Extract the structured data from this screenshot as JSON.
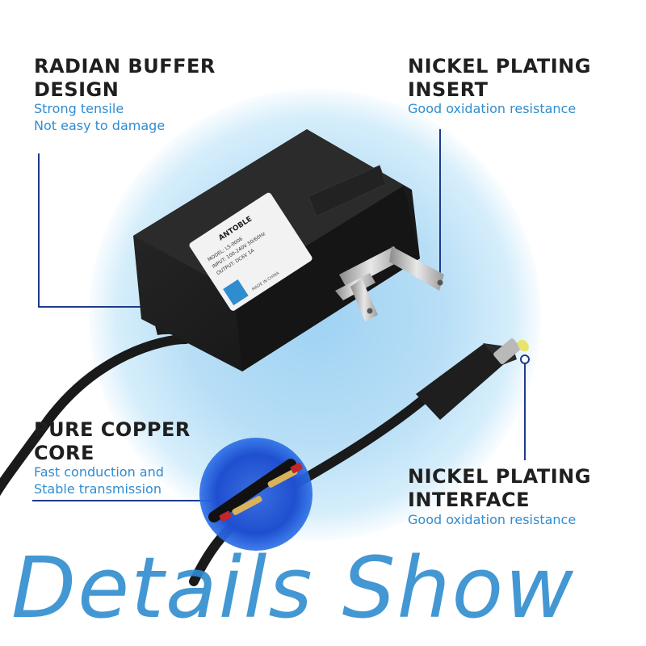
{
  "callouts": {
    "top_left": {
      "heading": [
        "RADIAN BUFFER",
        "DESIGN"
      ],
      "subtext": [
        "Strong tensile",
        "Not easy to damage"
      ]
    },
    "top_right": {
      "heading": [
        "NICKEL PLATING",
        "INSERT"
      ],
      "subtext": [
        "Good oxidation resistance"
      ]
    },
    "bottom_left": {
      "heading": [
        "PURE COPPER",
        "CORE"
      ],
      "subtext": [
        "Fast conduction and",
        "Stable transmission"
      ]
    },
    "bottom_right": {
      "heading": [
        "NICKEL PLATING",
        "INTERFACE"
      ],
      "subtext": [
        "Good oxidation resistance"
      ]
    }
  },
  "footer_title": "Details Show",
  "adapter_label": {
    "brand": "ANTOBLE",
    "model": "MODEL: LS-0006",
    "input": "INPUT: 100-240V 50/60Hz",
    "output": "OUTPUT: DC6V 1A",
    "origin": "MADE IN CHINA"
  },
  "colors": {
    "accent": "#2f8ccf",
    "heading": "#1f1f1f",
    "callout_line": "#1e3a8a",
    "adapter_body": "#1c1c1c"
  }
}
